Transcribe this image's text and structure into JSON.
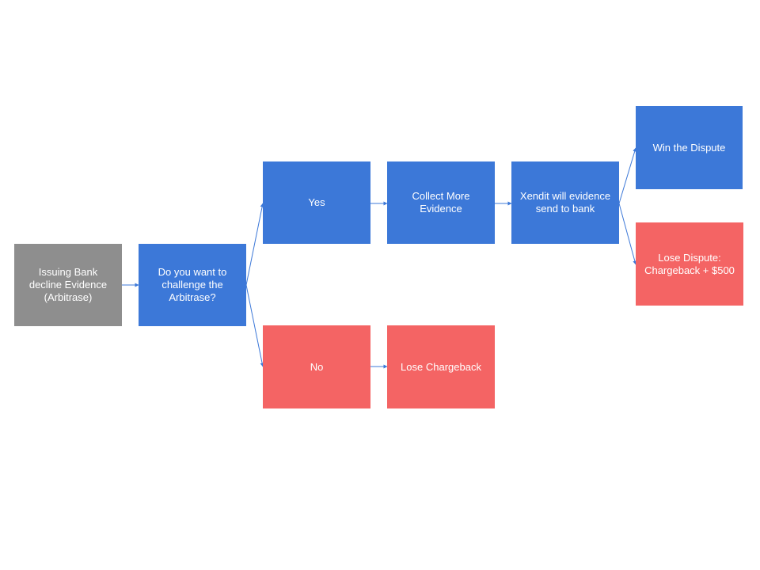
{
  "colors": {
    "neutral": "#8e8e8e",
    "primary": "#3c78d8",
    "danger": "#f46464",
    "connector": "#3c78d8"
  },
  "nodes": {
    "issuing_bank": "Issuing Bank decline Evidence (Arbitrase)",
    "challenge_question": "Do you want to challenge the Arbitrase?",
    "yes": "Yes",
    "collect_evidence": "Collect More Evidence",
    "xendit_send": "Xendit will evidence send to bank",
    "win_dispute": "Win the Dispute",
    "lose_dispute": "Lose Dispute: Chargeback + $500",
    "no": "No",
    "lose_chargeback": "Lose Chargeback"
  }
}
